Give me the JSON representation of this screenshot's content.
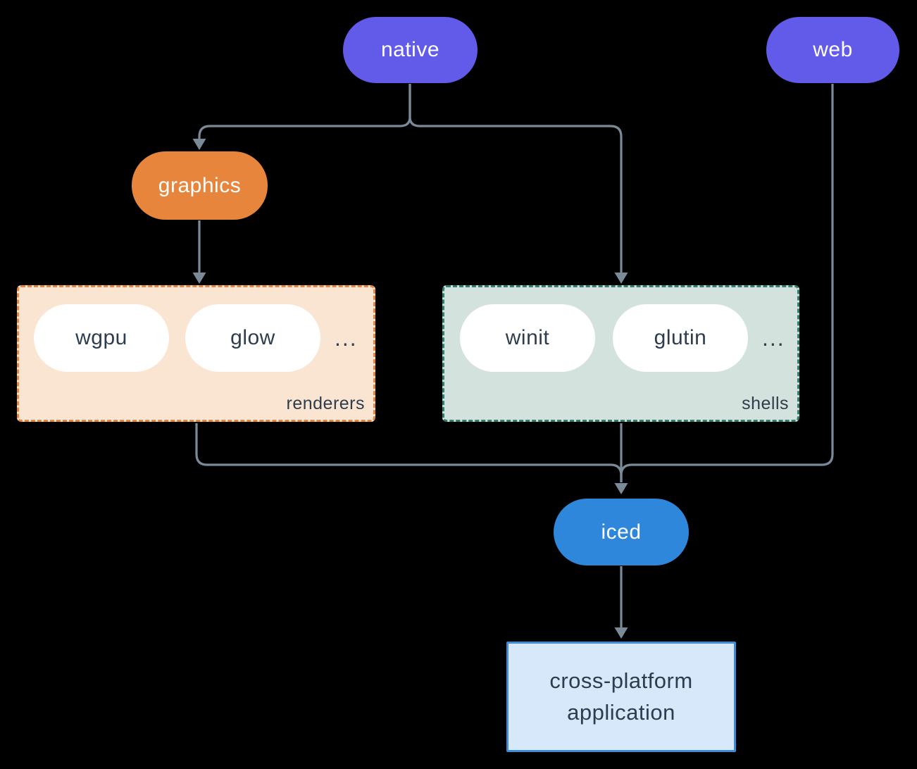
{
  "nodes": {
    "native": {
      "label": "native",
      "color": "#625AE9"
    },
    "web": {
      "label": "web",
      "color": "#625AE9"
    },
    "graphics": {
      "label": "graphics",
      "color": "#E7853C"
    },
    "iced": {
      "label": "iced",
      "color": "#2E87DB"
    }
  },
  "groups": {
    "renderers": {
      "label": "renderers",
      "ellipsis": "...",
      "items": [
        {
          "label": "wgpu"
        },
        {
          "label": "glow"
        }
      ],
      "bg": "#FAE4D2",
      "border": "#E7853C"
    },
    "shells": {
      "label": "shells",
      "ellipsis": "...",
      "items": [
        {
          "label": "winit"
        },
        {
          "label": "glutin"
        }
      ],
      "bg": "#D4E2DD",
      "border": "#2E7F70"
    }
  },
  "application": {
    "lines": [
      "cross-platform",
      "application"
    ],
    "bg": "#D6E8F9",
    "border": "#3E8CD8"
  },
  "colors": {
    "background": "#000000",
    "edge": "#7B8A99",
    "pill_text_light": "#FFFFFF",
    "text_dark": "#2E3D4D"
  }
}
